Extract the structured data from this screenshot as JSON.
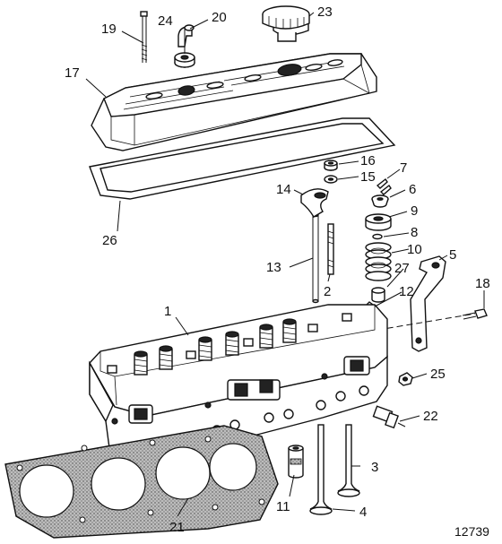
{
  "figure_ref": "12739",
  "callouts": [
    "1",
    "2",
    "3",
    "4",
    "5",
    "6",
    "7",
    "8",
    "9",
    "10",
    "11",
    "12",
    "13",
    "14",
    "15",
    "16",
    "17",
    "18",
    "19",
    "20",
    "21",
    "22",
    "23",
    "24",
    "25",
    "26",
    "27"
  ],
  "colors": {
    "ink": "#111111",
    "paper": "#ffffff",
    "gasket_fill": "#9a9a9a"
  }
}
